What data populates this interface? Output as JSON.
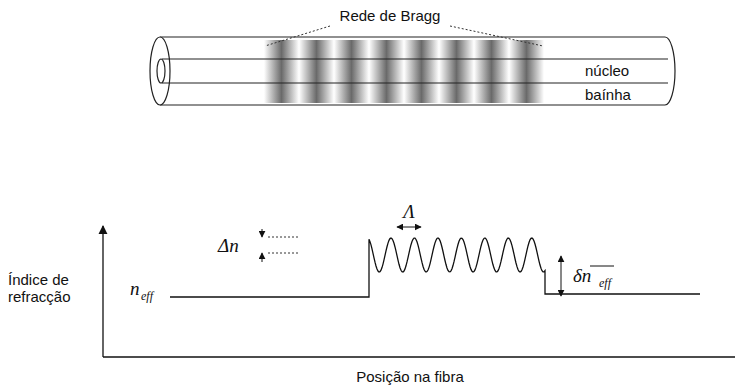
{
  "diagram": {
    "labels": [
      "Rede de Bragg",
      "núcleo",
      "baínha",
      "Λ",
      "Δn",
      "δn",
      "eff",
      "Índice de refracção",
      "n",
      "eff",
      "Posição na fibra"
    ]
  }
}
